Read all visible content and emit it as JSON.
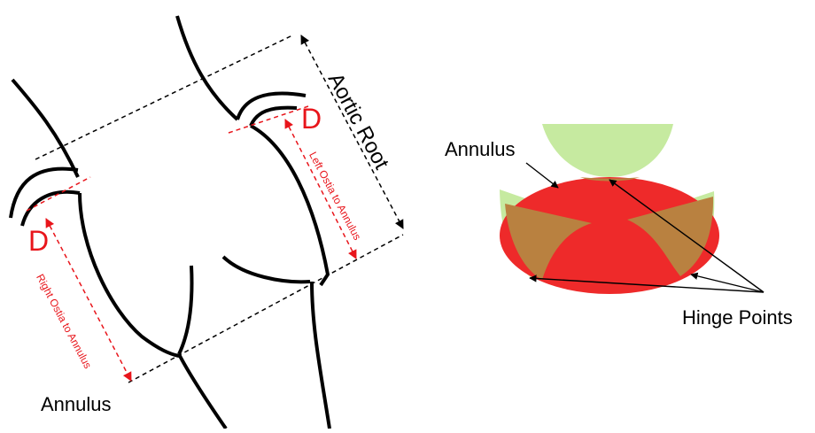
{
  "left_diagram": {
    "aortic_root_label": "Aortic Root",
    "annulus_label": "Annulus",
    "right_d_symbol": "D",
    "right_d_subscript": "Right Ostia to Annulus",
    "left_d_symbol": "D",
    "left_d_subscript": "Left Ostia to Annulus"
  },
  "right_diagram": {
    "annulus_label": "Annulus",
    "hinge_points_label": "Hinge Points"
  },
  "colors": {
    "outline": "#000000",
    "measurement": "#e8151b",
    "annulus_fill": "#ee2a2a",
    "leaflet_green": "#c6eaa0",
    "leaflet_overlap": "#b98140"
  }
}
